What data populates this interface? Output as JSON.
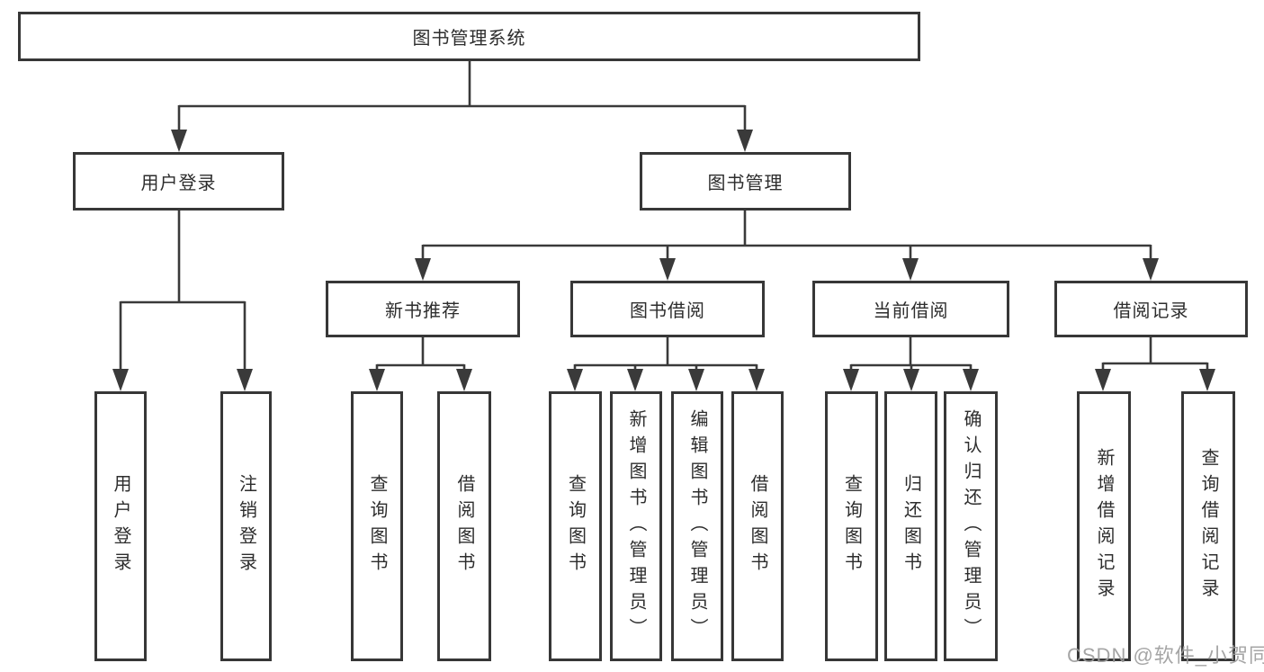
{
  "tree": {
    "root": "图书管理系统",
    "login_branch": {
      "label": "用户登录",
      "children": [
        "用户登录",
        "注销登录"
      ]
    },
    "mgmt_branch": {
      "label": "图书管理",
      "groups": [
        {
          "label": "新书推荐",
          "children": [
            "查询图书",
            "借阅图书"
          ]
        },
        {
          "label": "图书借阅",
          "children": [
            "查询图书",
            "新增图书（管理员）",
            "编辑图书（管理员）",
            "借阅图书"
          ]
        },
        {
          "label": "当前借阅",
          "children": [
            "查询图书",
            "归还图书",
            "确认归还（管理员）"
          ]
        },
        {
          "label": "借阅记录",
          "children": [
            "新增借阅记录",
            "查询借阅记录"
          ]
        }
      ]
    }
  },
  "watermark": "CSDN @软件_小贺同学",
  "colors": {
    "line": "#3a3a3a",
    "box_border": "#373737",
    "text": "#2d2d2d",
    "watermark": "#9c9c9c",
    "background": "#ffffff"
  }
}
